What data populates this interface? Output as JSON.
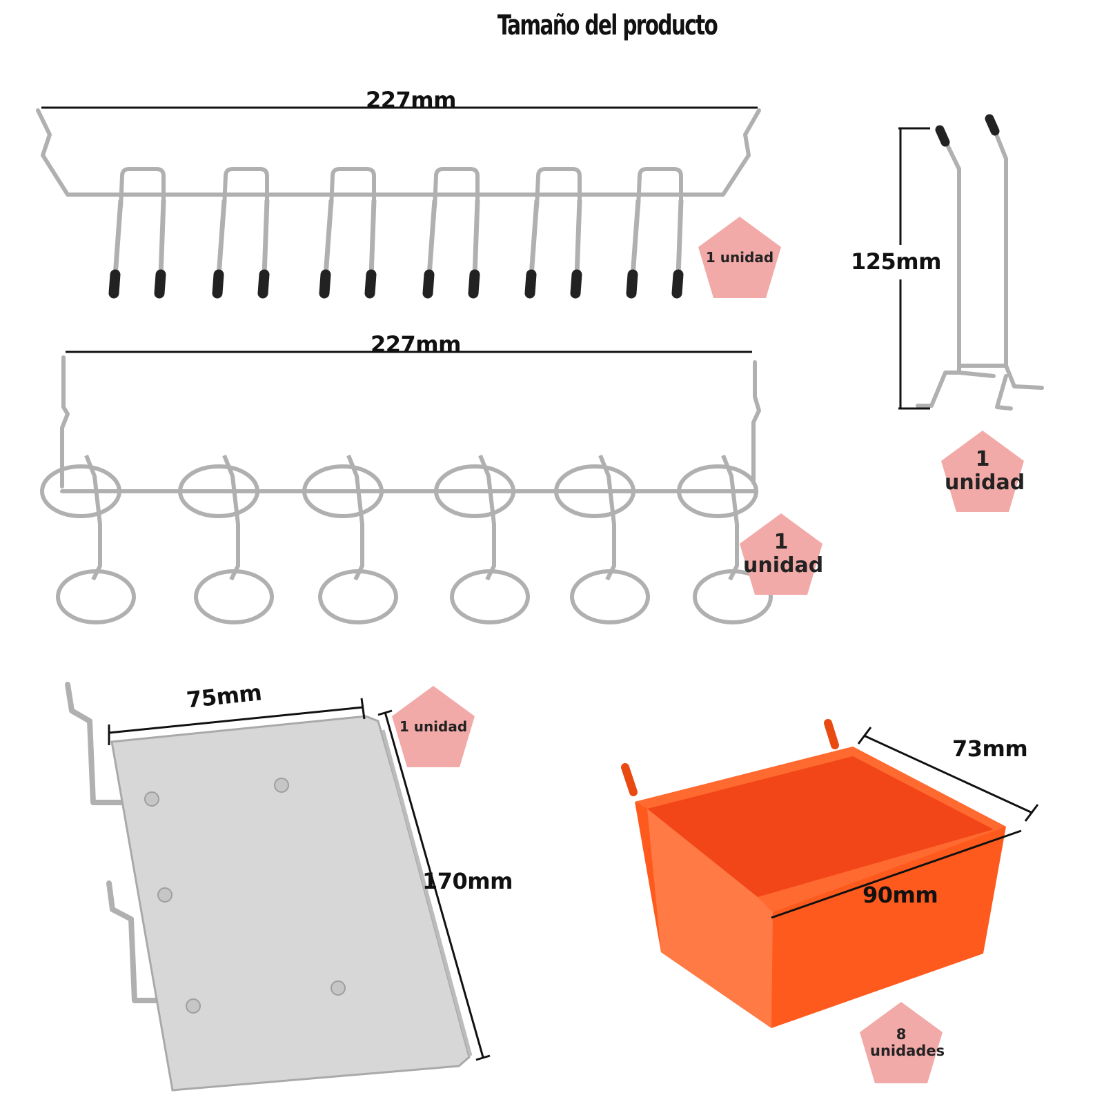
{
  "page": {
    "title": "Tamaño del producto"
  },
  "colors": {
    "metal": "#b9b9b9",
    "metal_dark": "#7d7d7d",
    "rubber": "#222222",
    "badge": "#f2aaa8",
    "bin": "#ff5a1e",
    "bin_dark": "#e84a12",
    "plate": "#d9d9d9"
  },
  "products": {
    "hook_rack": {
      "width_label": "227mm",
      "qty_label": "1 unidad"
    },
    "ring_rack": {
      "width_label": "227mm",
      "qty_label": "1 unidad"
    },
    "double_hook": {
      "height_label": "125mm",
      "qty_label": "1 unidad"
    },
    "shelf": {
      "width_label": "75mm",
      "depth_label": "170mm",
      "qty_label": "1 unidad"
    },
    "bin": {
      "depth_label": "73mm",
      "width_label": "90mm",
      "qty_label": "8 unidades"
    }
  }
}
